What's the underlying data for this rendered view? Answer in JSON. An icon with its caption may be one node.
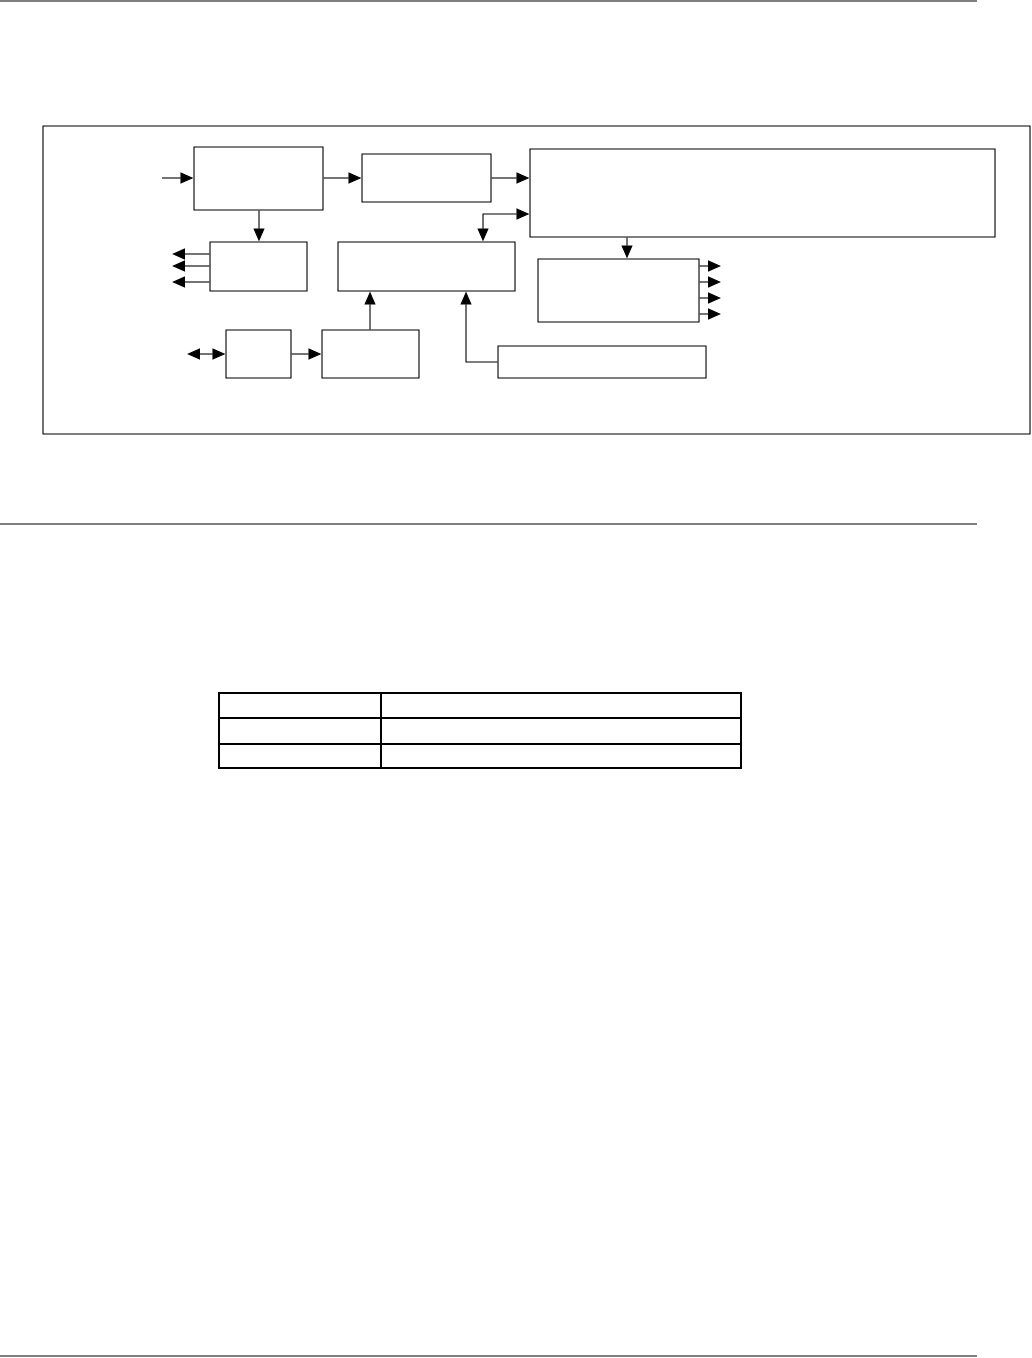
{
  "diagram": {
    "nodes": [
      {
        "text": [],
        "shape": "box"
      },
      {
        "text": [],
        "shape": "box"
      },
      {
        "text": [],
        "shape": "box"
      },
      {
        "text": [],
        "shape": "box"
      },
      {
        "text": [],
        "shape": "box"
      },
      {
        "text": [],
        "shape": "box"
      },
      {
        "text": [],
        "shape": "box"
      },
      {
        "text": [],
        "shape": "box"
      },
      {
        "text": [],
        "shape": "box"
      }
    ],
    "edges": [
      {
        "from": null,
        "to": 0,
        "arrow": "to"
      },
      {
        "from": 0,
        "to": 1,
        "arrow": "to"
      },
      {
        "from": 1,
        "to": 2,
        "arrow": "to"
      },
      {
        "from": 4,
        "to": 2,
        "arrow": "both"
      },
      {
        "from": 0,
        "to": 3,
        "arrow": "to"
      },
      {
        "from": 3,
        "to": null,
        "arrow": "to"
      },
      {
        "from": 3,
        "to": null,
        "arrow": "to"
      },
      {
        "from": 3,
        "to": null,
        "arrow": "to"
      },
      {
        "from": 2,
        "to": 5,
        "arrow": "to"
      },
      {
        "from": 5,
        "to": null,
        "arrow": "to"
      },
      {
        "from": 5,
        "to": null,
        "arrow": "to"
      },
      {
        "from": 5,
        "to": null,
        "arrow": "to"
      },
      {
        "from": 5,
        "to": null,
        "arrow": "to"
      },
      {
        "from": null,
        "to": 6,
        "arrow": "both"
      },
      {
        "from": 6,
        "to": 7,
        "arrow": "to"
      },
      {
        "from": 7,
        "to": 4,
        "arrow": "to"
      },
      {
        "from": 8,
        "to": 4,
        "arrow": "to"
      }
    ]
  }
}
